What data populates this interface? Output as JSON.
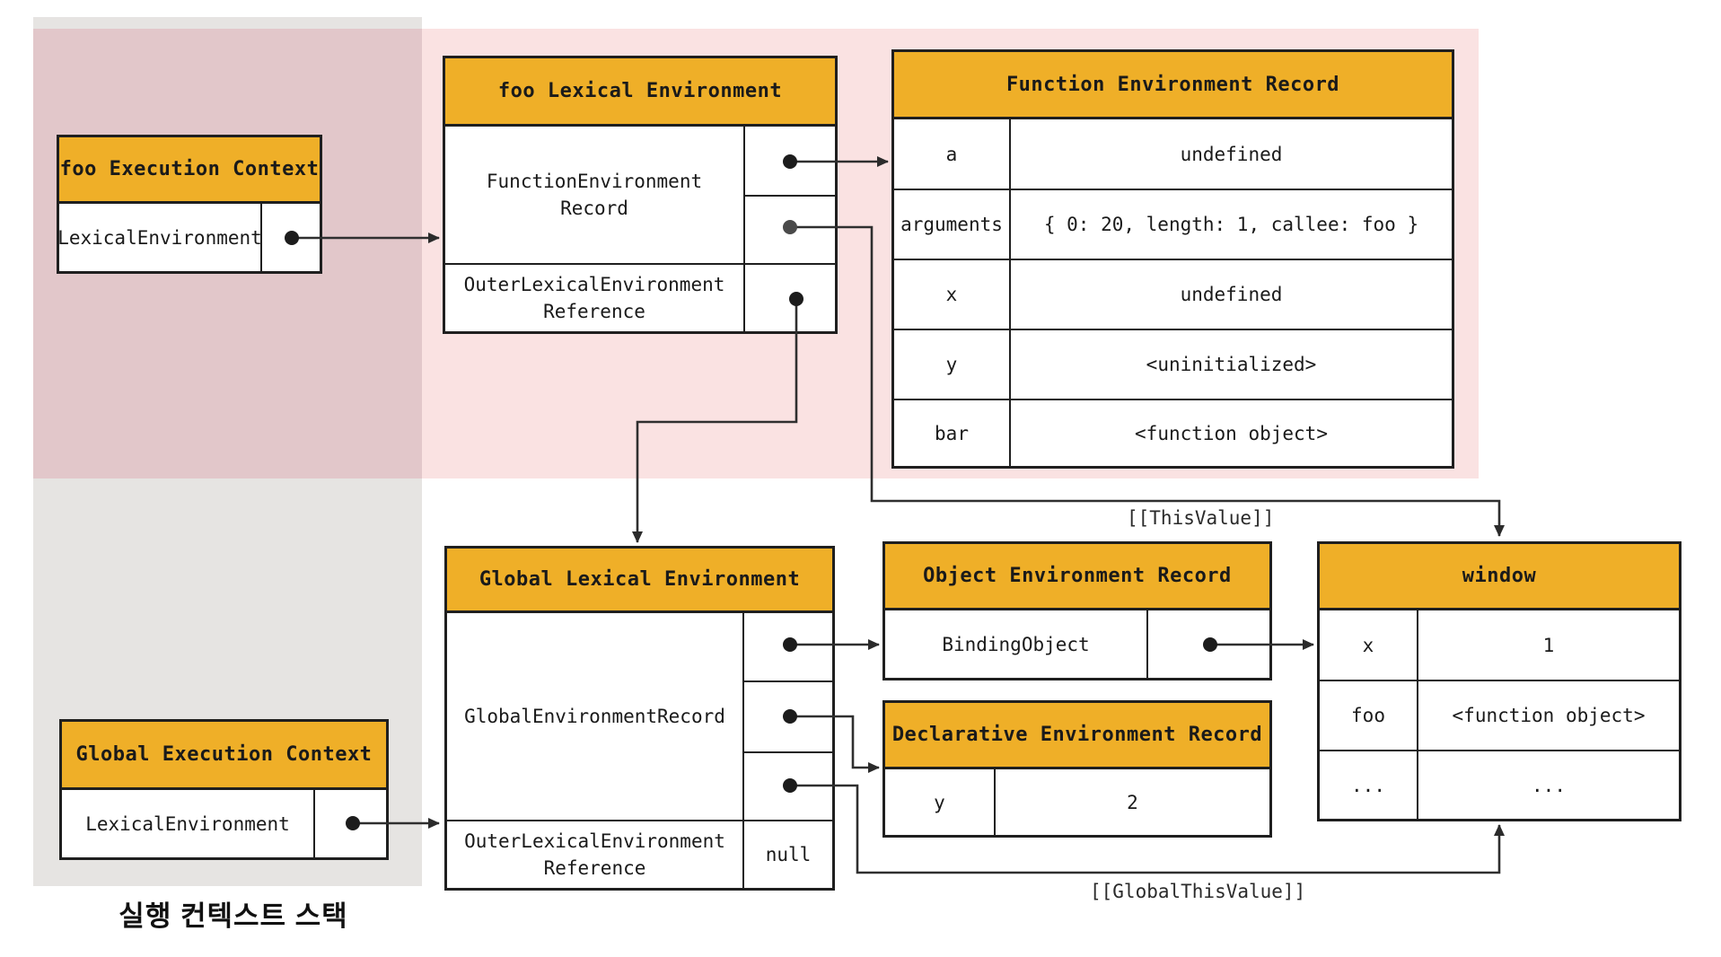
{
  "caption": "실행 컨텍스트 스택",
  "annotations": {
    "this_value": "[[ThisValue]]",
    "global_this_value": "[[GlobalThisValue]]"
  },
  "colors": {
    "header_bg": "#EFAF28",
    "stack_bg": "#E6E4E2",
    "context_bg": "#FAE2E2",
    "context_bg_over_stack": "#E2C7CA",
    "border": "#1F1F1F",
    "line": "#3A3A3A",
    "text": "#1A1A1A"
  },
  "boxes": {
    "foo_execution_context": {
      "title": "foo Execution Context",
      "row_key": "LexicalEnvironment"
    },
    "foo_lexical_environment": {
      "title": "foo Lexical Environment",
      "record_label": "FunctionEnvironment\nRecord",
      "outer_label": "OuterLexicalEnvironment\nReference"
    },
    "function_environment_record": {
      "title": "Function Environment Record",
      "rows": [
        {
          "key": "a",
          "value": "undefined"
        },
        {
          "key": "arguments",
          "value": "{ 0: 20, length: 1, callee: foo }"
        },
        {
          "key": "x",
          "value": "undefined"
        },
        {
          "key": "y",
          "value": "<uninitialized>"
        },
        {
          "key": "bar",
          "value": "<function object>"
        }
      ]
    },
    "global_execution_context": {
      "title": "Global Execution Context",
      "row_key": "LexicalEnvironment"
    },
    "global_lexical_environment": {
      "title": "Global Lexical Environment",
      "record_label": "GlobalEnvironmentRecord",
      "outer_label": "OuterLexicalEnvironment\nReference",
      "outer_value": "null"
    },
    "object_environment_record": {
      "title": "Object Environment Record",
      "row_key": "BindingObject"
    },
    "declarative_environment_record": {
      "title": "Declarative Environment Record",
      "rows": [
        {
          "key": "y",
          "value": "2"
        }
      ]
    },
    "window": {
      "title": "window",
      "rows": [
        {
          "key": "x",
          "value": "1"
        },
        {
          "key": "foo",
          "value": "<function object>"
        },
        {
          "key": "...",
          "value": "..."
        }
      ]
    }
  }
}
